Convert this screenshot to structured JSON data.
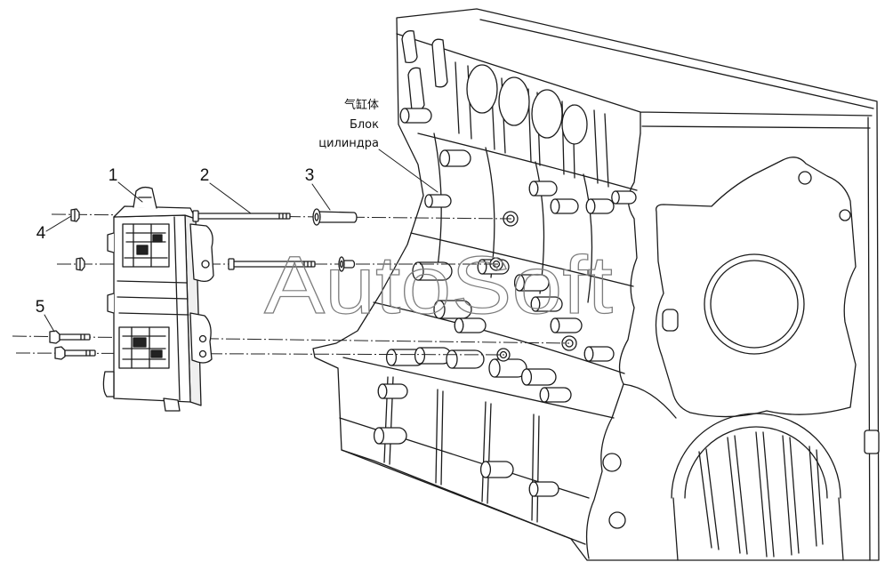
{
  "callouts": {
    "item1": "1",
    "item2": "2",
    "item3": "3",
    "item4": "4",
    "item5": "5"
  },
  "part_label": {
    "zh": "气缸体",
    "ru_line1": "Блок",
    "ru_line2": "цилиндра"
  },
  "watermark": "AutoSoft"
}
